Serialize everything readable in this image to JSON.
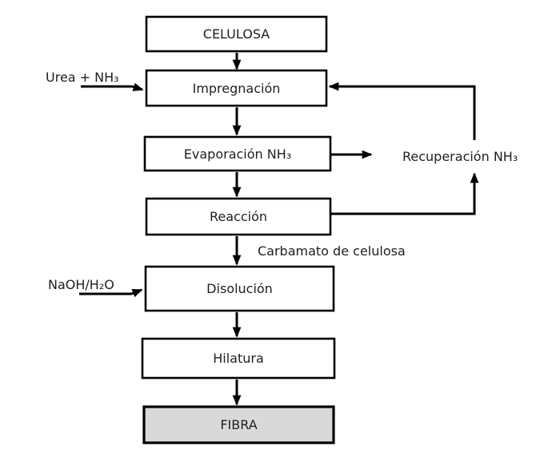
{
  "diagram": {
    "background": "#ffffff",
    "stroke_color": "#000000",
    "text_color": "#1f1f1f",
    "nodes": {
      "celulosa": {
        "label": "CELULOSA",
        "fill": "#ffffff"
      },
      "impregnacion": {
        "label": "Impregnación",
        "fill": "#ffffff"
      },
      "evaporacion": {
        "label": "Evaporación NH₃",
        "fill": "#ffffff"
      },
      "reaccion": {
        "label": "Reacción",
        "fill": "#ffffff"
      },
      "disolucion": {
        "label": "Disolución",
        "fill": "#ffffff"
      },
      "hilatura": {
        "label": "Hilatura",
        "fill": "#ffffff"
      },
      "fibra": {
        "label": "FIBRA",
        "fill": "#d9d9d9"
      }
    },
    "inputs": {
      "urea": {
        "label": "Urea + NH₃"
      },
      "naoh": {
        "label": "NaOH/H₂O"
      }
    },
    "labels": {
      "recuperacion": {
        "label": "Recuperación NH₃"
      },
      "carbamato": {
        "label": "Carbamato de celulosa"
      }
    },
    "edges": [
      {
        "from": "CELULOSA",
        "to": "Impregnación"
      },
      {
        "from": "Urea + NH₃",
        "to": "Impregnación"
      },
      {
        "from": "Impregnación",
        "to": "Evaporación NH₃"
      },
      {
        "from": "Evaporación NH₃",
        "to": "Recuperación NH₃"
      },
      {
        "from": "Evaporación NH₃",
        "to": "Reacción"
      },
      {
        "from": "Reacción",
        "to": "Recuperación NH₃"
      },
      {
        "from": "Recuperación NH₃",
        "to": "Impregnación"
      },
      {
        "from": "Reacción",
        "to": "Disolución",
        "label": "Carbamato de celulosa"
      },
      {
        "from": "NaOH/H₂O",
        "to": "Disolución"
      },
      {
        "from": "Disolución",
        "to": "Hilatura"
      },
      {
        "from": "Hilatura",
        "to": "FIBRA"
      }
    ]
  }
}
